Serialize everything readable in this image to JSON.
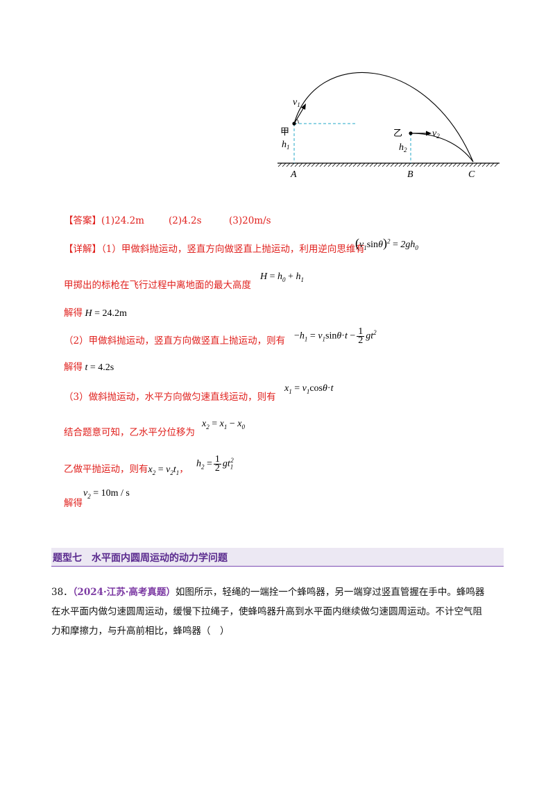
{
  "diagram": {
    "labels": {
      "v1": "v",
      "v1_sub": "1",
      "jia": "甲",
      "h1": "h",
      "h1_sub": "1",
      "yi": "乙",
      "v2": "v",
      "v2_sub": "2",
      "h2": "h",
      "h2_sub": "2",
      "A": "A",
      "B": "B",
      "C": "C"
    }
  },
  "answer": {
    "bracket": "【答案】",
    "a1": "(1)24.2m",
    "a2": "(2)4.2s",
    "a3": "(3)20m/s"
  },
  "solution": {
    "line1_text": "【详解】（1）甲做斜抛运动，竖直方向做竖直上抛运动，利用逆向思维有",
    "line2_text": "甲掷出的标枪在飞行过程中离地面的最大高度",
    "line3_text": "解得",
    "line4_text": "（2）甲做斜抛运动，竖直方向做竖直上抛运动，则有",
    "line5_text": "解得",
    "line6_text": "（3）做斜抛运动，水平方向做匀速直线运动，则有",
    "line7_text": "结合题意可知，乙水平分位移为",
    "line8_text": "乙做平抛运动，则有",
    "line8_comma": "，",
    "line9_text": "解得"
  },
  "section": {
    "title": "题型七　水平面内圆周运动的动力学问题"
  },
  "question": {
    "number": "38．",
    "source": "（2024·江苏·高考真题）",
    "line1_rest": "如图所示，轻绳的一端拴一个蜂鸣器，另一端穿过竖直管握在手中。蜂鸣器",
    "line2": "在水平面内做匀速圆周运动，缓慢下拉绳子，使蜂鸣器升高到水平面内继续做匀速圆周运动。不计空气阻",
    "line3": "力和摩擦力，与升高前相比，蜂鸣器（　）"
  },
  "colors": {
    "answer_red": "#e0201d",
    "section_purple": "#5a2a8e",
    "dashed_cyan": "#22a7c7"
  }
}
